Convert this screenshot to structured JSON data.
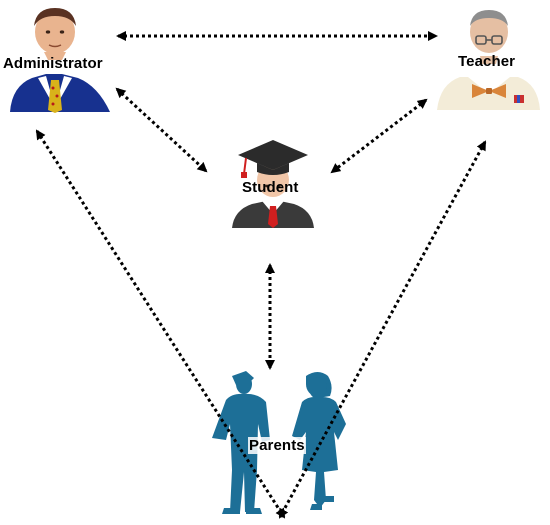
{
  "nodes": {
    "administrator": {
      "label": "Administrator",
      "icon": "businessman-with-tie-icon"
    },
    "teacher": {
      "label": "Teacher",
      "icon": "teacher-with-glasses-bowtie-icon"
    },
    "student": {
      "label": "Student",
      "icon": "graduate-cap-icon"
    },
    "parents": {
      "label": "Parents",
      "icon": "man-and-woman-silhouette-icon"
    }
  },
  "links": [
    {
      "from": "administrator",
      "to": "teacher",
      "style": "dotted",
      "arrows": "both"
    },
    {
      "from": "administrator",
      "to": "student",
      "style": "dotted",
      "arrows": "both"
    },
    {
      "from": "teacher",
      "to": "student",
      "style": "dotted",
      "arrows": "both"
    },
    {
      "from": "student",
      "to": "parents",
      "style": "dotted",
      "arrows": "both"
    },
    {
      "from": "administrator",
      "to": "parents",
      "style": "dotted",
      "arrows": "both"
    },
    {
      "from": "teacher",
      "to": "parents",
      "style": "dotted",
      "arrows": "both"
    }
  ],
  "colors": {
    "arrow": "#000000",
    "parents_silhouette": "#1d6f97",
    "admin_suit": "#17318f",
    "admin_tie": "#d9b21a",
    "teacher_shirt": "#f3ecd8",
    "teacher_bowtie": "#d9853a",
    "student_gown": "#3a3a3a",
    "student_tie": "#d01f1f"
  }
}
